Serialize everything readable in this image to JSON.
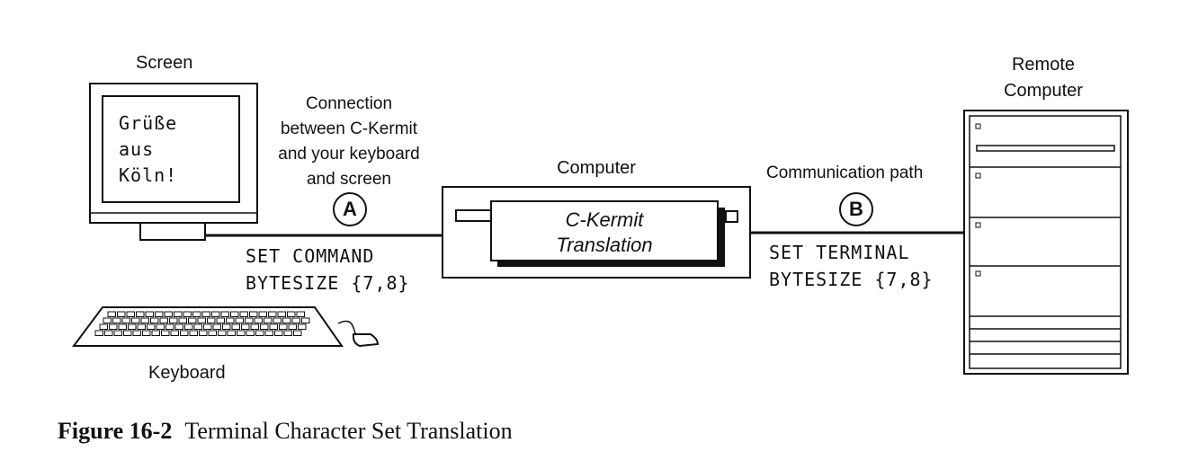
{
  "labels": {
    "screen": "Screen",
    "remote_line1": "Remote",
    "remote_line2": "Computer",
    "computer": "Computer",
    "keyboard": "Keyboard",
    "connection": [
      "Connection",
      "between C-Kermit",
      "and your keyboard",
      "and screen"
    ],
    "communication": "Communication path"
  },
  "screen_text": [
    "Grüße",
    "aus",
    "Köln!"
  ],
  "translation": [
    "C-Kermit",
    "Translation"
  ],
  "markers": {
    "a": "A",
    "b": "B"
  },
  "commands": {
    "command": [
      "SET COMMAND",
      "BYTESIZE {7,8}"
    ],
    "terminal": [
      "SET TERMINAL",
      "BYTESIZE {7,8}"
    ]
  },
  "caption": {
    "number": "Figure 16-2",
    "title": "Terminal Character Set Translation"
  }
}
